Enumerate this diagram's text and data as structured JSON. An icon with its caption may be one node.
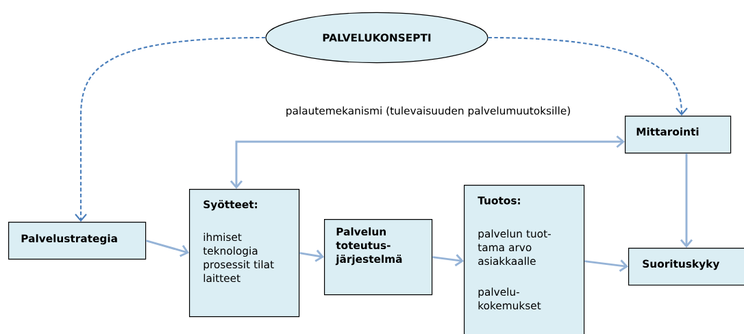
{
  "diagram": {
    "nodes": [
      {
        "text": [
          "PALVELUKONSEPTI"
        ]
      },
      {
        "text": [
          "Mittarointi"
        ]
      },
      {
        "text": [
          "Palvelustrategia"
        ]
      },
      {
        "text": [
          "Syötteet:",
          "ihmiset teknologia prosessit tilat laitteet"
        ]
      },
      {
        "text": [
          "Palvelun toteutus-järjestelmä"
        ]
      },
      {
        "text": [
          "Tuotos:",
          "palvelun tuot-tama arvo asiakkaalle",
          "palvelu-kokemukset"
        ]
      },
      {
        "text": [
          "Suorituskyky"
        ]
      }
    ],
    "edges": [
      {
        "from": 0,
        "to": 2,
        "arrow": "to",
        "style": "dashed",
        "color": "#4a7ebb"
      },
      {
        "from": 0,
        "to": 1,
        "arrow": "to",
        "style": "dashed",
        "color": "#4a7ebb"
      },
      {
        "from": 1,
        "to": 3,
        "arrow": "both"
      },
      {
        "from": 2,
        "to": 3,
        "arrow": "to"
      },
      {
        "from": 3,
        "to": 4,
        "arrow": "to"
      },
      {
        "from": 4,
        "to": 5,
        "arrow": "to"
      },
      {
        "from": 5,
        "to": 6,
        "arrow": "to"
      },
      {
        "from": 1,
        "to": 6,
        "arrow": "to"
      }
    ],
    "labels": [
      "palautemekanismi (tulevaisuuden palvelumuutoksille)"
    ]
  }
}
